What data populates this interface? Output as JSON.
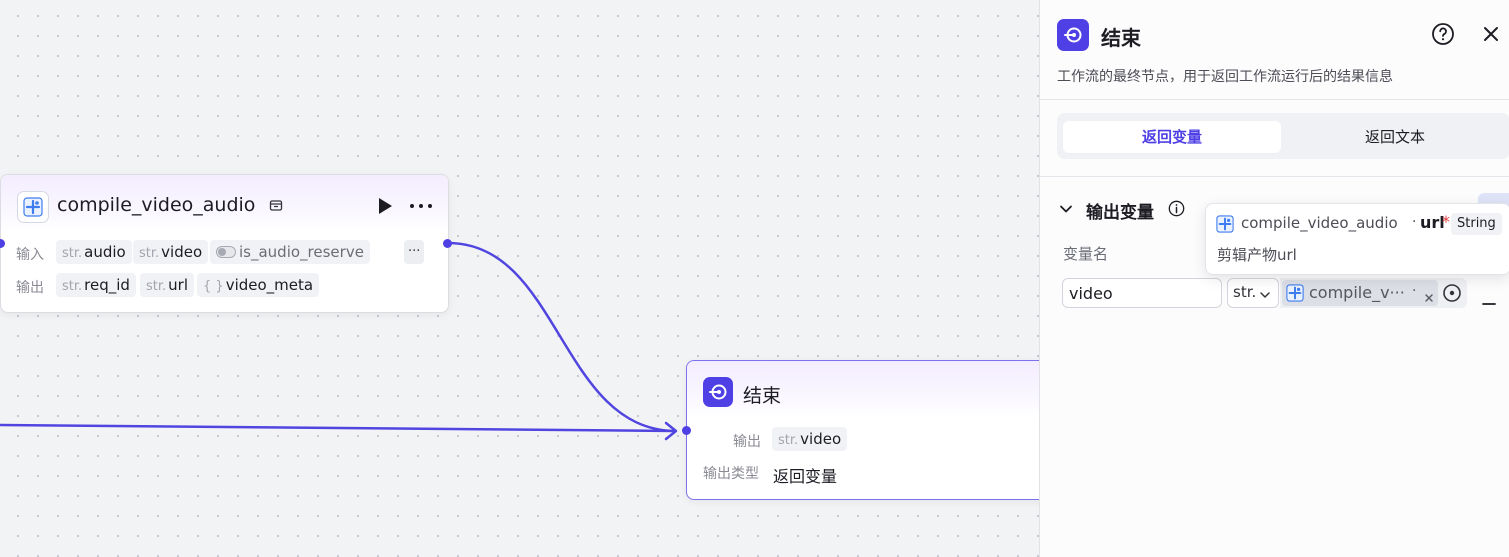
{
  "compile_node": {
    "title": "compile_video_audio",
    "input_label": "输入",
    "output_label": "输出",
    "inputs": [
      {
        "type": "str.",
        "name": "audio"
      },
      {
        "type": "str.",
        "name": "video"
      },
      {
        "type": "",
        "name": "is_audio_reserve"
      }
    ],
    "outputs": [
      {
        "type": "str.",
        "name": "req_id"
      },
      {
        "type": "str.",
        "name": "url"
      },
      {
        "type": "{ }",
        "name": "video_meta"
      }
    ],
    "more_label": "···"
  },
  "end_node": {
    "title": "结束",
    "output_label": "输出",
    "output_var": {
      "type": "str.",
      "name": "video"
    },
    "output_type_label": "输出类型",
    "output_type_value": "返回变量"
  },
  "panel": {
    "title": "结束",
    "description": "工作流的最终节点，用于返回工作流运行后的结果信息",
    "tabs": [
      {
        "label": "返回变量",
        "active": true
      },
      {
        "label": "返回文本",
        "active": false
      }
    ],
    "section_title": "输出变量",
    "var_name_header": "变量名",
    "row": {
      "name_value": "video",
      "type_value": "str.",
      "ref_text": "compile_v···",
      "ref_dot": "·"
    }
  },
  "tooltip": {
    "node_name": "compile_video_audio",
    "separator": "·",
    "field": "url",
    "required_mark": "*",
    "type": "String",
    "description": "剪辑产物url"
  },
  "colors": {
    "accent": "#4e40e5",
    "edge": "#5145e0",
    "required": "#e53e3e"
  }
}
